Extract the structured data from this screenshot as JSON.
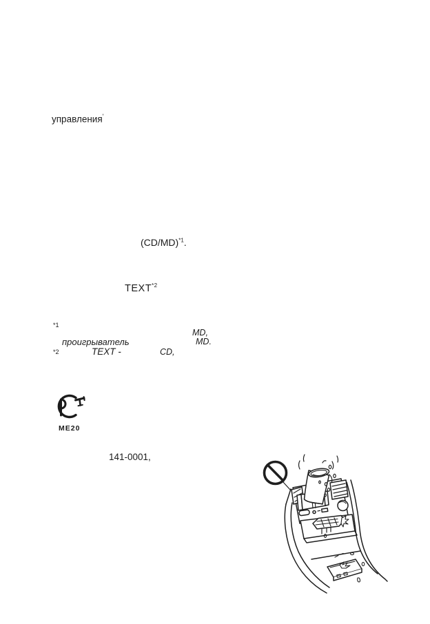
{
  "page": {
    "background": "#ffffff",
    "ink": "#1b1b1b"
  },
  "body_text": {
    "line1": {
      "word": "управления",
      "mark": "'"
    },
    "cdmd": {
      "text": "(CD/MD)",
      "sup": "*1",
      "tail": "."
    },
    "text_line": {
      "text": "TEXT",
      "sup": "*2"
    }
  },
  "footnotes": {
    "fn1": {
      "marker": "*1",
      "right_word1": "MD,",
      "word": "проигрыватель",
      "right_word2": "MD."
    },
    "fn2": {
      "marker": "*2",
      "text": "TEXT -",
      "cd": "CD,"
    }
  },
  "certification": {
    "logo_icon": "gost-r-pct-mark",
    "code": "МЕ20"
  },
  "part_number": "141-0001,",
  "illustration": {
    "name": "liquid-spill-on-console-warning",
    "icons": [
      "prohibition-icon",
      "spilling-cup-icon",
      "car-center-console-icon",
      "liquid-drops-icon"
    ]
  }
}
